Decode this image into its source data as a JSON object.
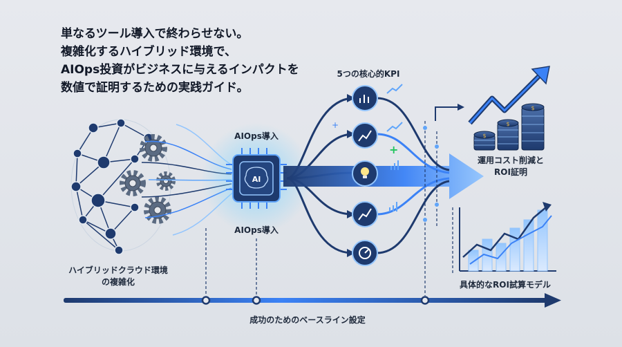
{
  "headline": {
    "lines": [
      "単なるツール導入で終わらせない。",
      "複雑化するハイブリッド環境で、",
      "AIOps投資がビジネスに与えるインパクトを",
      "数値で証明するための実践ガイド。"
    ]
  },
  "labels": {
    "hybrid_line1": "ハイブリッドクラウド環境",
    "hybrid_line2": "の複雑化",
    "aiops_top": "AIOps導入",
    "aiops_bottom": "AIOps導入",
    "chip_text": "AI",
    "kpi_title": "5つの核心的KPI",
    "cost_line1": "運用コスト削減と",
    "cost_line2": "ROI証明",
    "roi_model": "具体的なROI試算モデル",
    "baseline": "成功のためのベースライン設定"
  },
  "colors": {
    "navy": "#1e3a6e",
    "blue": "#3b82f6",
    "light_blue": "#60a5fa",
    "glow": "#7dd3fc",
    "green": "#22c55e",
    "gold": "#e0b34a"
  },
  "icons": [
    "network-graph-icon",
    "gear-icon",
    "ai-chip-icon",
    "bar-chart-icon",
    "lightbulb-icon",
    "gauge-icon",
    "coin-stack-icon",
    "trend-arrow-icon"
  ]
}
